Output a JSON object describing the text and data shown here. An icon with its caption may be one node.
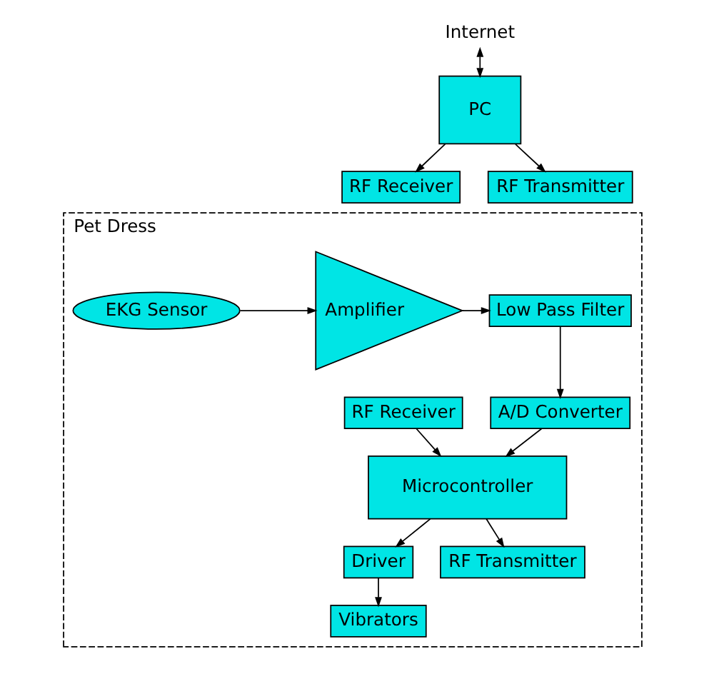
{
  "diagram": {
    "nodes": [
      {
        "text": [
          "Internet"
        ]
      },
      {
        "text": [
          "PC"
        ]
      },
      {
        "text": [
          "RF Receiver"
        ]
      },
      {
        "text": [
          "RF Transmitter"
        ]
      },
      {
        "text": [
          "Pet Dress"
        ]
      },
      {
        "text": [
          "Low Pass Filter"
        ],
        "in": 4
      },
      {
        "text": [
          "Amplifier"
        ],
        "in": 4
      },
      {
        "text": [
          "EKG Sensor"
        ],
        "in": 4
      },
      {
        "text": [
          "A/D Converter"
        ],
        "in": 4
      },
      {
        "text": [
          "RF Receiver"
        ],
        "in": 4
      },
      {
        "text": [
          "Microcontroller"
        ],
        "in": 4
      },
      {
        "text": [
          "Driver"
        ],
        "in": 4
      },
      {
        "text": [
          "RF Transmitter"
        ],
        "in": 4
      },
      {
        "text": [
          "Vibrators"
        ],
        "in": 4
      }
    ],
    "edges": [
      {
        "from": 1,
        "to": 0,
        "arrow": "both"
      },
      {
        "from": 1,
        "to": 2,
        "arrow": "to"
      },
      {
        "from": 1,
        "to": 3,
        "arrow": "to"
      },
      {
        "from": 7,
        "to": 6,
        "arrow": "to"
      },
      {
        "from": 6,
        "to": 5,
        "arrow": "to"
      },
      {
        "from": 5,
        "to": 8,
        "arrow": "to"
      },
      {
        "from": 8,
        "to": 10,
        "arrow": "to"
      },
      {
        "from": 9,
        "to": 10,
        "arrow": "to"
      },
      {
        "from": 10,
        "to": 11,
        "arrow": "to"
      },
      {
        "from": 10,
        "to": 12,
        "arrow": "to"
      },
      {
        "from": 11,
        "to": 13,
        "arrow": "to"
      }
    ]
  }
}
